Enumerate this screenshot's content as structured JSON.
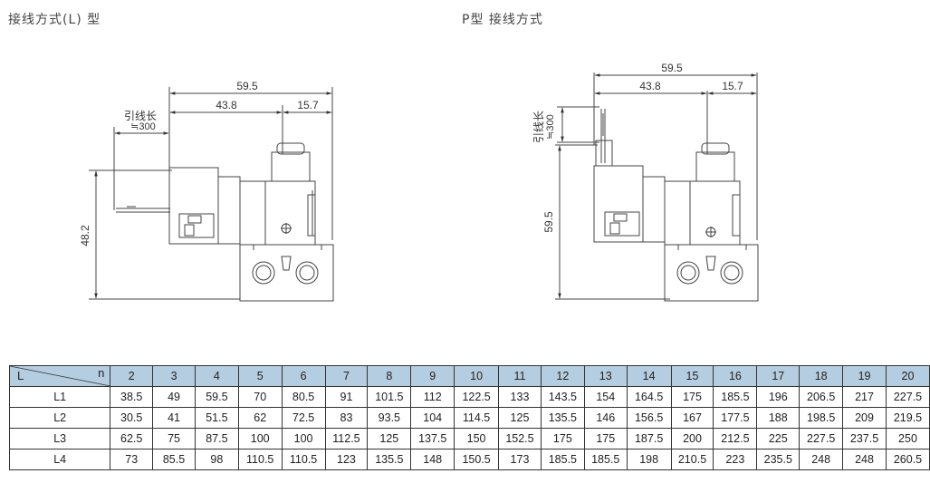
{
  "titles": {
    "left": "接线方式(L) 型",
    "right": "P型 接线方式"
  },
  "left_drawing": {
    "dim_overall": "59.5",
    "dim_body": "43.8",
    "dim_right": "15.7",
    "lead_label": "引线长",
    "lead_value": "≒300",
    "height": "48.2"
  },
  "right_drawing": {
    "dim_overall": "59.5",
    "dim_body": "43.8",
    "dim_right": "15.7",
    "lead_label": "引线长",
    "lead_value": "≒300",
    "height": "59.5"
  },
  "table": {
    "corner_row": "L",
    "corner_col": "n",
    "columns": [
      "2",
      "3",
      "4",
      "5",
      "6",
      "7",
      "8",
      "9",
      "10",
      "11",
      "12",
      "13",
      "14",
      "15",
      "16",
      "17",
      "18",
      "19",
      "20"
    ],
    "rows": [
      {
        "label": "L1",
        "values": [
          "38.5",
          "49",
          "59.5",
          "70",
          "80.5",
          "91",
          "101.5",
          "112",
          "122.5",
          "133",
          "143.5",
          "154",
          "164.5",
          "175",
          "185.5",
          "196",
          "206.5",
          "217",
          "227.5"
        ]
      },
      {
        "label": "L2",
        "values": [
          "30.5",
          "41",
          "51.5",
          "62",
          "72.5",
          "83",
          "93.5",
          "104",
          "114.5",
          "125",
          "135.5",
          "146",
          "156.5",
          "167",
          "177.5",
          "188",
          "198.5",
          "209",
          "219.5"
        ]
      },
      {
        "label": "L3",
        "values": [
          "62.5",
          "75",
          "87.5",
          "100",
          "100",
          "112.5",
          "125",
          "137.5",
          "150",
          "152.5",
          "175",
          "175",
          "187.5",
          "200",
          "212.5",
          "225",
          "227.5",
          "237.5",
          "250"
        ]
      },
      {
        "label": "L4",
        "values": [
          "73",
          "85.5",
          "98",
          "110.5",
          "110.5",
          "123",
          "135.5",
          "148",
          "150.5",
          "173",
          "185.5",
          "185.5",
          "198",
          "210.5",
          "223",
          "235.5",
          "248",
          "248",
          "260.5"
        ]
      }
    ]
  }
}
